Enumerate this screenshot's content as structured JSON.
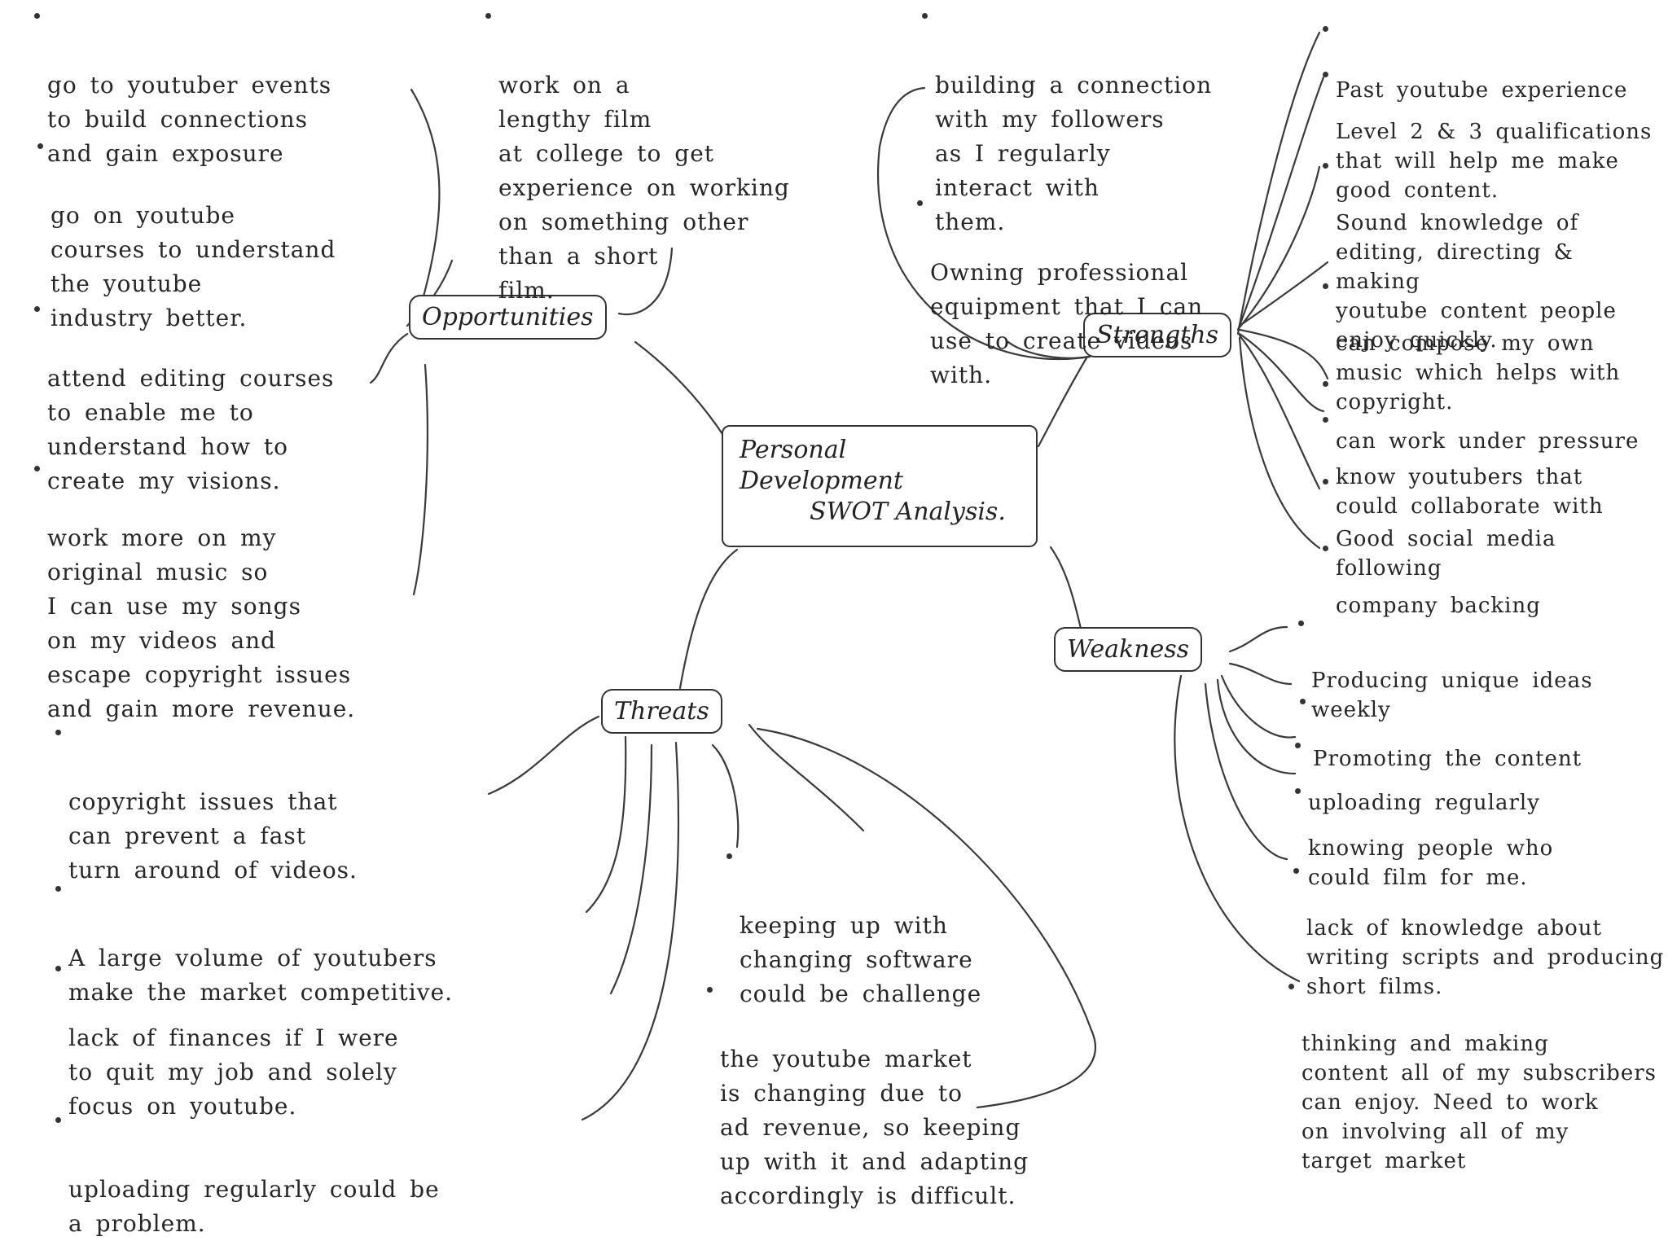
{
  "central_topic": {
    "line1": "Personal",
    "line2": "Development",
    "line3": "SWOT Analysis."
  },
  "categories": {
    "opportunities": "Opportunities",
    "strengths": "Strengths",
    "weakness": "Weakness",
    "threats": "Threats"
  },
  "opportunities": [
    "go to youtuber events\nto build connections\nand gain exposure",
    "go on youtube\ncourses to understand\nthe youtube\nindustry better.",
    "attend editing courses\nto enable me to\nunderstand how to\ncreate my visions.",
    "work more on my\noriginal music so\nI can use my songs\non my videos and\nescape copyright issues\nand gain more revenue.",
    "work on a\nlengthy film\nat college to get\nexperience on working\non something other\nthan a short\nfilm."
  ],
  "strengths": [
    "building a connection\nwith my followers\nas I regularly\ninteract with\nthem.",
    "Owning professional\nequipment that I can\nuse to create videos\nwith.",
    "Past youtube experience",
    "Level 2 & 3 qualifications\nthat will help me make\ngood content.",
    "Sound knowledge of\nediting, directing & making\nyoutube content people\nenjoy quickly.",
    "can compose my own\nmusic which helps with\ncopyright.",
    "can work under pressure",
    "know youtubers that\ncould collaborate with",
    "Good social media\nfollowing",
    "company backing"
  ],
  "weakness": [
    "Producing unique ideas\nweekly",
    "Promoting the content",
    "uploading regularly",
    "knowing people who\ncould film for me.",
    "lack of knowledge about\nwriting scripts and producing\nshort films.",
    "thinking and making\ncontent all of my subscribers\ncan enjoy. Need to work\non involving all of my\ntarget market"
  ],
  "threats": [
    "copyright issues that\ncan prevent a fast\nturn around of videos.",
    "A large volume of youtubers\nmake the market competitive.",
    "lack of finances if I were\nto quit my job and solely\nfocus on youtube.",
    "uploading regularly could be\na problem.",
    "keeping up with\nchanging software\ncould be challenge",
    "the youtube market\nis changing due to\nad revenue, so keeping\nup with it and adapting\naccordingly is difficult."
  ]
}
